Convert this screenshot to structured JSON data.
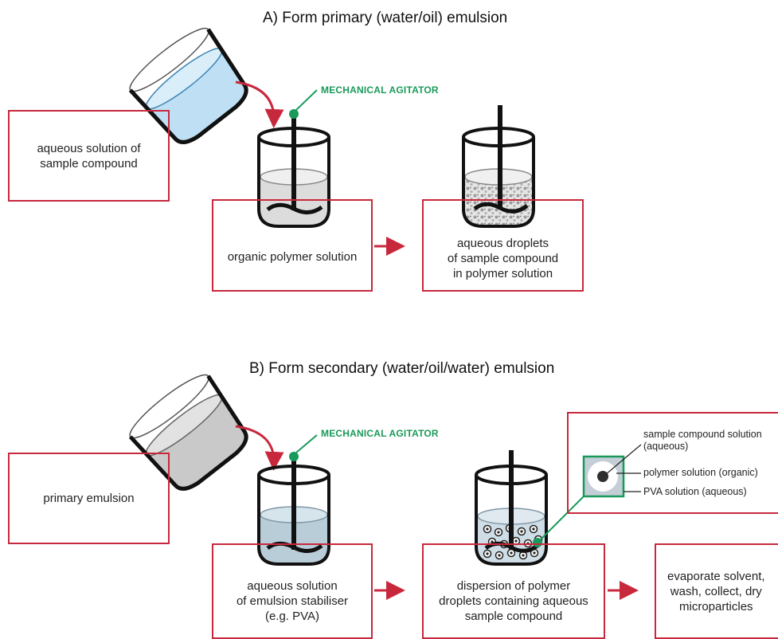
{
  "sectionA": {
    "title": "A) Form primary (water/oil) emulsion",
    "agitator_label": "MECHANICAL AGITATOR",
    "box_input": "aqueous solution of\nsample compound",
    "box_beaker": "organic polymer solution",
    "box_result": "aqueous droplets\nof sample compound\nin polymer solution"
  },
  "sectionB": {
    "title": "B) Form secondary (water/oil/water) emulsion",
    "agitator_label": "MECHANICAL AGITATOR",
    "box_input": "primary emulsion",
    "box_beaker": "aqueous solution\nof emulsion stabiliser\n(e.g. PVA)",
    "box_result": "dispersion of polymer\ndroplets containing aqueous\nsample compound",
    "box_final": "evaporate solvent,\nwash, collect, dry\nmicroparticles",
    "inset": {
      "label_core": "sample compound solution\n(aqueous)",
      "label_shell": "polymer solution (organic)",
      "label_outer": "PVA solution (aqueous)"
    }
  },
  "colors": {
    "box_border": "#c8283c",
    "arrow": "#c8283c",
    "agitator": "#1a9a5a",
    "water": "#bfe0f4",
    "organic": "#dcdcdc",
    "emulsion": "#c8c8c8",
    "pva": "#b9cdd9"
  },
  "icons": [
    "beaker-icon",
    "agitator-icon",
    "arrow-icon",
    "droplet-icon"
  ]
}
